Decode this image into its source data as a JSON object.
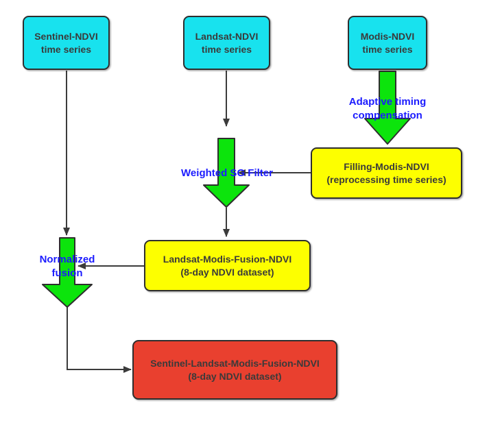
{
  "nodes": {
    "sentinel": {
      "line1": "Sentinel-NDVI",
      "line2": "time series"
    },
    "landsat": {
      "line1": "Landsat-NDVI",
      "line2": "time series"
    },
    "modis": {
      "line1": "Modis-NDVI",
      "line2": "time series"
    },
    "filling_modis": {
      "line1": "Filling-Modis-NDVI",
      "line2": "(reprocessing time series)"
    },
    "landsat_modis_fusion": {
      "line1": "Landsat-Modis-Fusion-NDVI",
      "line2": "(8-day NDVI dataset)"
    },
    "sentinel_landsat_modis_fusion": {
      "line1": "Sentinel-Landsat-Modis-Fusion-NDVI",
      "line2": "(8-day NDVI dataset)"
    }
  },
  "edge_labels": {
    "adaptive_timing": {
      "line1": "Adaptive timing",
      "line2": "compensation"
    },
    "weighted_sg": {
      "line1": "Weighted SG Filter"
    },
    "normalized_fusion": {
      "line1": "Normalized",
      "line2": "fusion"
    }
  },
  "colors": {
    "input_node": "#18e2ee",
    "intermediate_node": "#fdff00",
    "output_node": "#e9402f",
    "process_arrow": "#0ce40c",
    "edge_label_text": "#1b1bff",
    "connector": "#3b3b3b"
  }
}
